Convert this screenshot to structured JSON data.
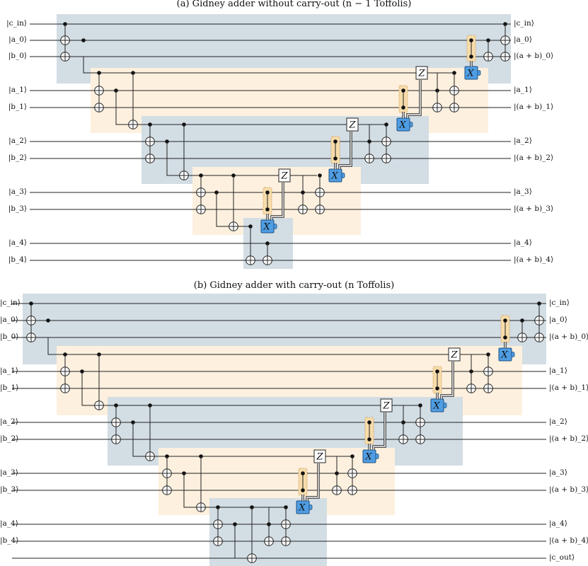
{
  "diagram_a": {
    "title": "(a) Gidney adder without carry-out (n − 1 Toffolis)",
    "inputs": [
      "|c_in⟩",
      "|a_0⟩",
      "|b_0⟩",
      "|a_1⟩",
      "|b_1⟩",
      "|a_2⟩",
      "|b_2⟩",
      "|a_3⟩",
      "|b_3⟩",
      "|a_4⟩",
      "|b_4⟩"
    ],
    "outputs": [
      "|c_in⟩",
      "|a_0⟩",
      "|(a + b)_0⟩",
      "|a_1⟩",
      "|(a + b)_1⟩",
      "|a_2⟩",
      "|(a + b)_2⟩",
      "|a_3⟩",
      "|(a + b)_3⟩",
      "|a_4⟩",
      "|(a + b)_4⟩"
    ],
    "gate_z": "Z",
    "gate_x": "X"
  },
  "diagram_b": {
    "title": "(b) Gidney adder with carry-out (n Toffolis)",
    "inputs": [
      "|c_in⟩",
      "|a_0⟩",
      "|b_0⟩",
      "|a_1⟩",
      "|b_1⟩",
      "|a_2⟩",
      "|b_2⟩",
      "|a_3⟩",
      "|b_3⟩",
      "|a_4⟩",
      "|b_4⟩"
    ],
    "outputs": [
      "|c_in⟩",
      "|a_0⟩",
      "|(a + b)_0⟩",
      "|a_1⟩",
      "|(a + b)_1⟩",
      "|a_2⟩",
      "|(a + b)_2⟩",
      "|a_3⟩",
      "|(a + b)_3⟩",
      "|a_4⟩",
      "|(a + b)_4⟩",
      "|c_out⟩"
    ],
    "gate_z": "Z",
    "gate_x": "X"
  },
  "colors": {
    "blue_block": "#d3dde4",
    "orange_block": "#fdf0de",
    "measure_box": "#f7dcaa",
    "x_gate_fill": "#4f9de3",
    "wire": "#222222"
  }
}
